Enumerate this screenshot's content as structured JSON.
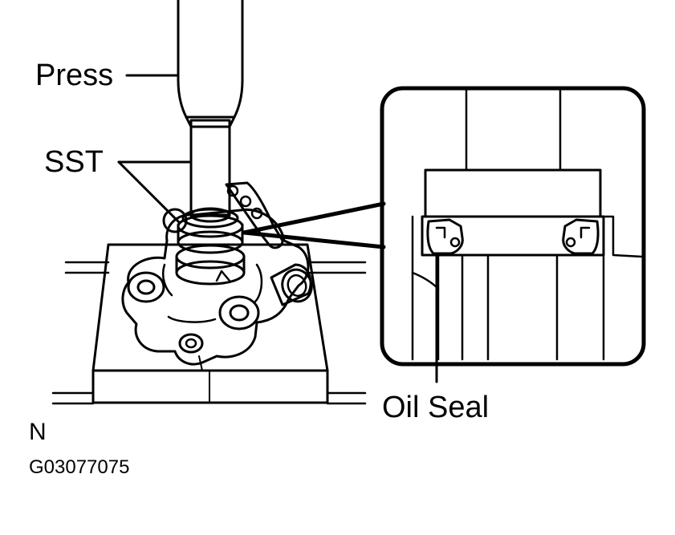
{
  "labels": {
    "press": "Press",
    "sst": "SST",
    "oil_seal": "Oil Seal"
  },
  "footer": {
    "orientation_mark": "N",
    "figure_id": "G03077075"
  },
  "colors": {
    "ink": "#000000",
    "paper": "#ffffff"
  }
}
